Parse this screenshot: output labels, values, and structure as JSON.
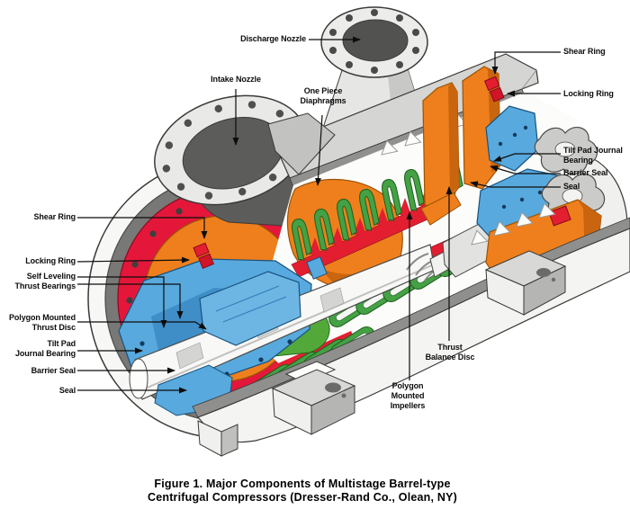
{
  "figure_caption": {
    "line1": "Figure 1. Major Components of Multistage Barrel-type",
    "line2": "Centrifugal Compressors (Dresser-Rand Co., Olean, NY)"
  },
  "labels": {
    "discharge_nozzle": "Discharge Nozzle",
    "intake_nozzle": "Intake Nozzle",
    "one_piece_diaphragms": "One Piece\nDiaphragms",
    "shear_ring_right": "Shear Ring",
    "locking_ring_right": "Locking Ring",
    "tilt_pad_journal_bearing_right": "Tilt Pad Journal\nBearing",
    "barrier_seal_right": "Barrier Seal",
    "seal_right": "Seal",
    "shear_ring_left": "Shear Ring",
    "locking_ring_left": "Locking Ring",
    "self_leveling_thrust_bearings": "Self Leveling\nThrust Bearings",
    "polygon_mounted_thrust_disc": "Polygon Mounted\nThrust Disc",
    "tilt_pad_journal_bearing_left": "Tilt Pad\nJournal Bearing",
    "barrier_seal_left": "Barrier Seal",
    "seal_left": "Seal",
    "thrust_balance_disc": "Thrust\nBalance Disc",
    "polygon_mounted_impellers": "Polygon\nMounted\nImpellers"
  },
  "colors": {
    "background": "#ffffff",
    "casing_gray": "#d5d5d3",
    "dark_gray": "#5c5c5a",
    "diaphragm_green": "#44a144",
    "head_orange": "#ef7f1c",
    "ring_red": "#e31e30",
    "flange_red": "#e4173a",
    "bearing_blue": "#58a9dd",
    "label_text": "#0d0d0d"
  }
}
